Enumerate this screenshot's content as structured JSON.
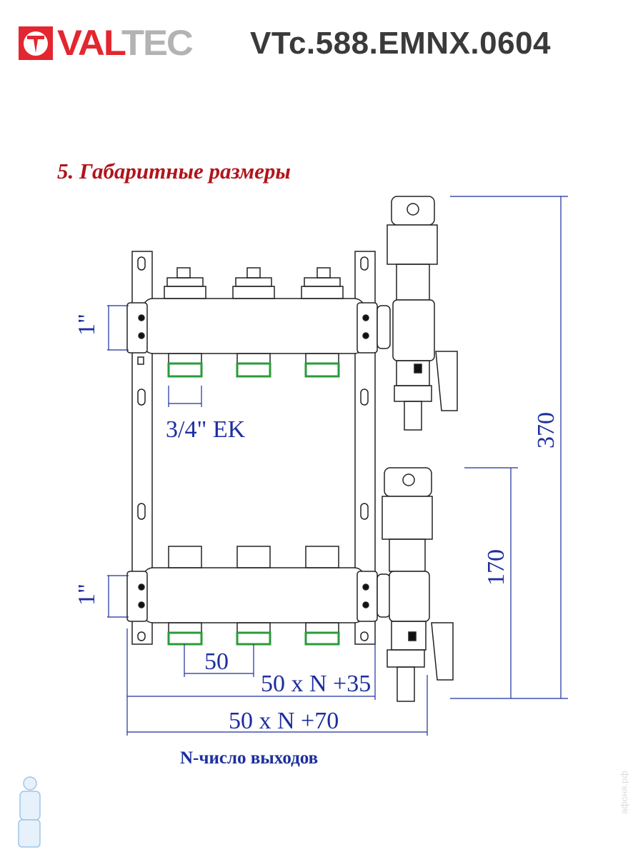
{
  "header": {
    "logo_text_red": "VAL",
    "logo_text_grey": "TEC",
    "model": "VTc.588.EMNX.0604"
  },
  "section_title": "5. Габаритные размеры",
  "dimensions": {
    "inlet_top": "1\"",
    "inlet_bottom": "1\"",
    "outlet_thread": "3/4\" EK",
    "outlet_pitch": "50",
    "width_inner": "50 x N +35",
    "width_total": "50 x N +70",
    "height_total": "370",
    "height_between": "170"
  },
  "note": "N-число выходов",
  "watermark": "афоня.рф",
  "colors": {
    "brand_red": "#e3262f",
    "title_red": "#b0141b",
    "dim_blue": "#1c2e9e"
  }
}
